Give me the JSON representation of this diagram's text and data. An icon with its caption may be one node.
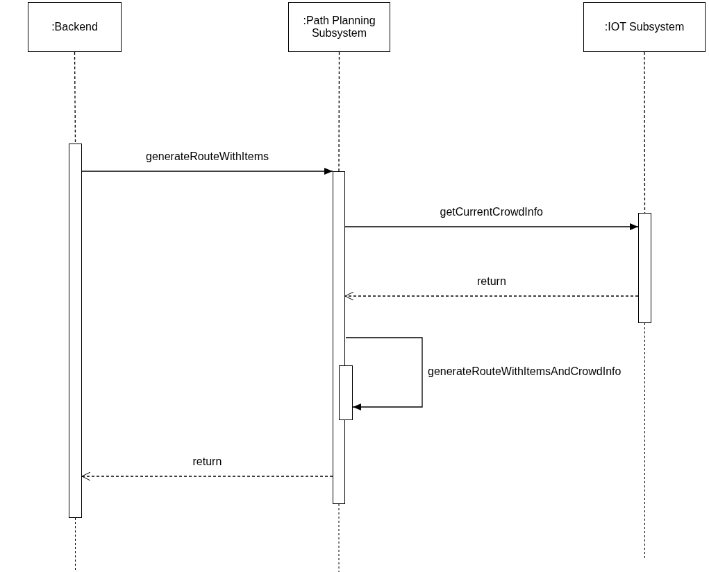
{
  "diagram": {
    "nodes": [
      {
        "text": [
          ":Backend"
        ]
      },
      {
        "text": [
          ":Path Planning Subsystem"
        ]
      },
      {
        "text": [
          ":IOT Subsystem"
        ]
      },
      {
        "text": [],
        "shape": "bar"
      },
      {
        "text": [],
        "shape": "bar"
      },
      {
        "text": [],
        "shape": "bar"
      },
      {
        "text": [],
        "shape": "bar"
      }
    ],
    "edges": [
      {
        "from": 0,
        "to": 3,
        "arrow": "none",
        "style": "dashed"
      },
      {
        "from": 1,
        "to": 4,
        "arrow": "none",
        "style": "dashed"
      },
      {
        "from": 2,
        "to": 5,
        "arrow": "none",
        "style": "dashed"
      },
      {
        "from": 3,
        "to": 4,
        "arrow": "to",
        "label": "generateRouteWithItems"
      },
      {
        "from": 4,
        "to": 5,
        "arrow": "to",
        "label": "getCurrentCrowdInfo"
      },
      {
        "from": 5,
        "to": 4,
        "arrow": "to",
        "label": "return",
        "style": "dashed"
      },
      {
        "from": 4,
        "to": 6,
        "arrow": "to",
        "label": "generateRouteWithItemsAndCrowdInfo"
      },
      {
        "from": 4,
        "to": 3,
        "arrow": "to",
        "label": "return",
        "style": "dashed"
      }
    ]
  }
}
